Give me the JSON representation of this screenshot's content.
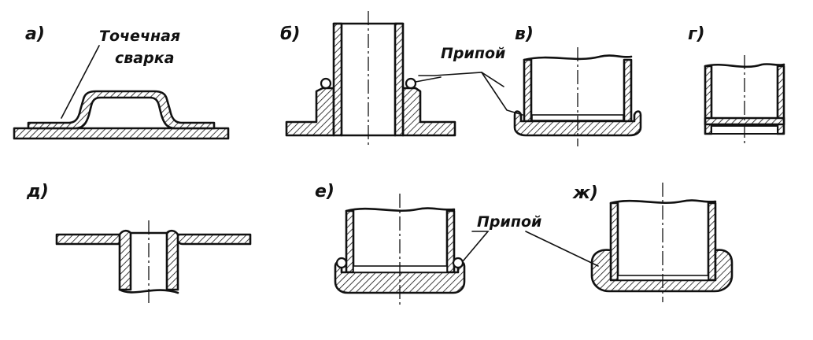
{
  "labels": {
    "a": "а)",
    "b": "б)",
    "v": "в)",
    "g": "г)",
    "d": "д)",
    "e": "е)",
    "zh": "ж)"
  },
  "callouts": {
    "spot_weld_line1": "Точечная",
    "spot_weld_line2": "сварка",
    "solder_top": "Припой",
    "solder_bottom": "Припой"
  }
}
